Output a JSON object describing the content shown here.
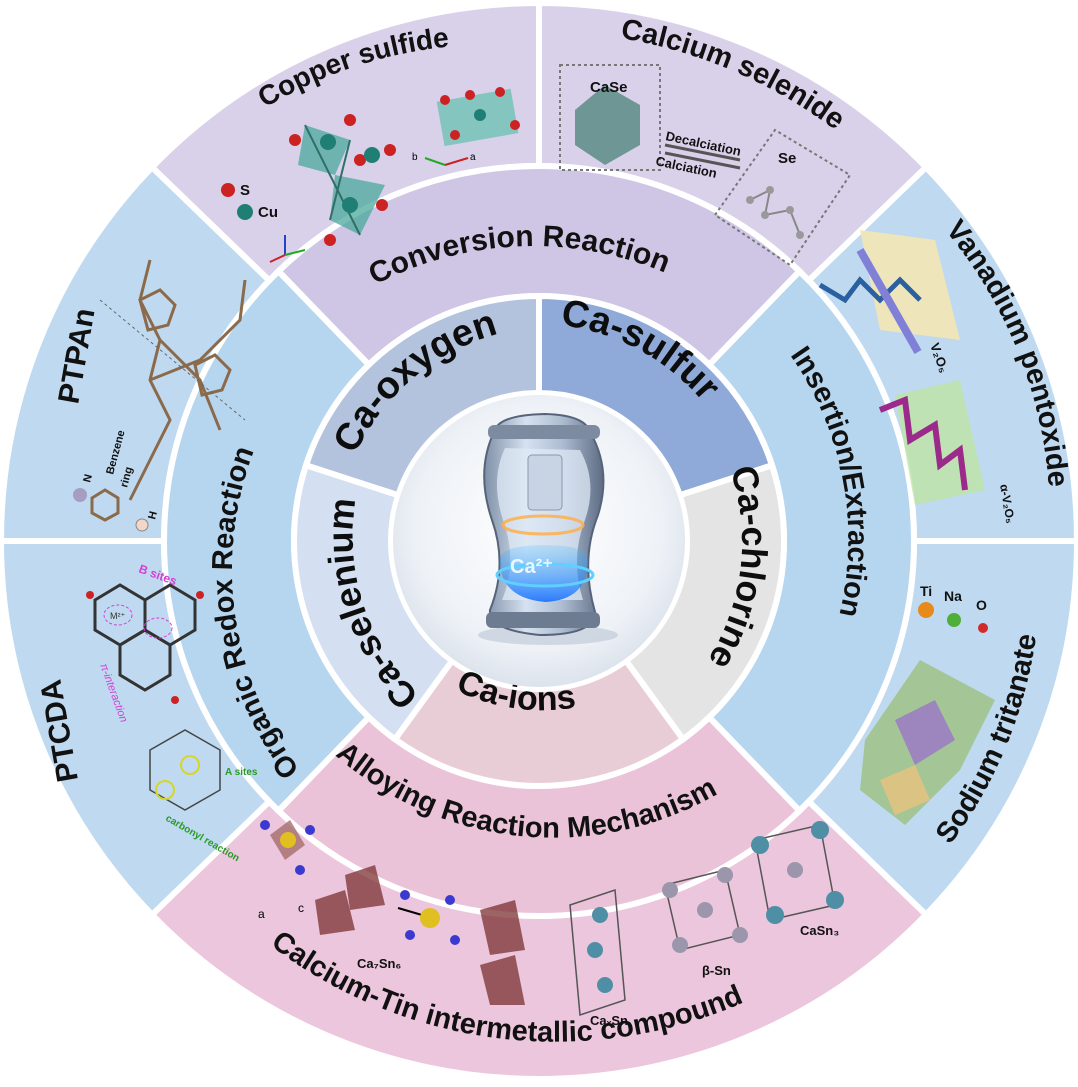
{
  "rings": {
    "outer": [
      {
        "id": "copper-sulfide",
        "label": "Copper sulfide",
        "color": "#d9d1ea"
      },
      {
        "id": "calcium-selenide",
        "label": "Calcium selenide",
        "color": "#d9d1ea"
      },
      {
        "id": "vanadium-pentoxide",
        "label": "Vanadium pentoxide",
        "color": "#bfdaf0"
      },
      {
        "id": "sodium-trititanate",
        "label": "Sodium tritanate",
        "color": "#bfdaf0"
      },
      {
        "id": "calcium-tin",
        "label": "Calcium-Tin intermetallic compound",
        "color": "#ecc6dc"
      },
      {
        "id": "ptcda",
        "label": "PTCDA",
        "color": "#bfdaf0"
      },
      {
        "id": "ptpan",
        "label": "PTPAn",
        "color": "#bfdaf0"
      }
    ],
    "middle": [
      {
        "id": "conversion",
        "label": "Conversion Reaction",
        "color": "#cfc6e6"
      },
      {
        "id": "insertion",
        "label": "Insertion/Extraction",
        "color": "#b6d6f0"
      },
      {
        "id": "alloying",
        "label": "Alloying Reaction Mechanism",
        "color": "#ebc3d9"
      },
      {
        "id": "organic",
        "label": "Organic Redox Reaction",
        "color": "#b6d6f0"
      }
    ],
    "inner": [
      {
        "id": "ca-oxygen",
        "label": "Ca-oxygen",
        "color": "#b3c3de"
      },
      {
        "id": "ca-sulfur",
        "label": "Ca-sulfur",
        "color": "#8fa9d8"
      },
      {
        "id": "ca-chlorine",
        "label": "Ca-chlorine",
        "color": "#e4e4e4"
      },
      {
        "id": "ca-ions",
        "label": "Ca-ions",
        "color": "#e9cdd6"
      },
      {
        "id": "ca-selenium",
        "label": "Ca-selenium",
        "color": "#d4e0f2"
      }
    ],
    "center": {
      "label": "Ca²⁺"
    }
  },
  "annotations": {
    "copper": {
      "s": "S",
      "cu": "Cu",
      "b": "b",
      "a": "a"
    },
    "selenide": {
      "case": "CaSe",
      "se": "Se",
      "decal": "Decalciation",
      "cal": "Calciation"
    },
    "vanadium": {
      "v2o5": "V₂O₅",
      "alpha": "α-V₂O₅"
    },
    "sodium": {
      "ti": "Ti",
      "na": "Na",
      "o": "O"
    },
    "tin": {
      "ca7sn6": "Ca₇Sn₆",
      "caxsn": "CaₓSn",
      "beta": "β-Sn",
      "casn3": "CaSn₃",
      "a": "a",
      "c": "c"
    },
    "ptcda": {
      "bsites": "B sites",
      "pi": "π-interaction",
      "asites": "A sites",
      "carbonyl": "carbonyl reaction",
      "m": "M²⁺"
    },
    "ptpan": {
      "n": "N",
      "benzene": "Benzene",
      "ring": "ring",
      "h": "H"
    }
  }
}
